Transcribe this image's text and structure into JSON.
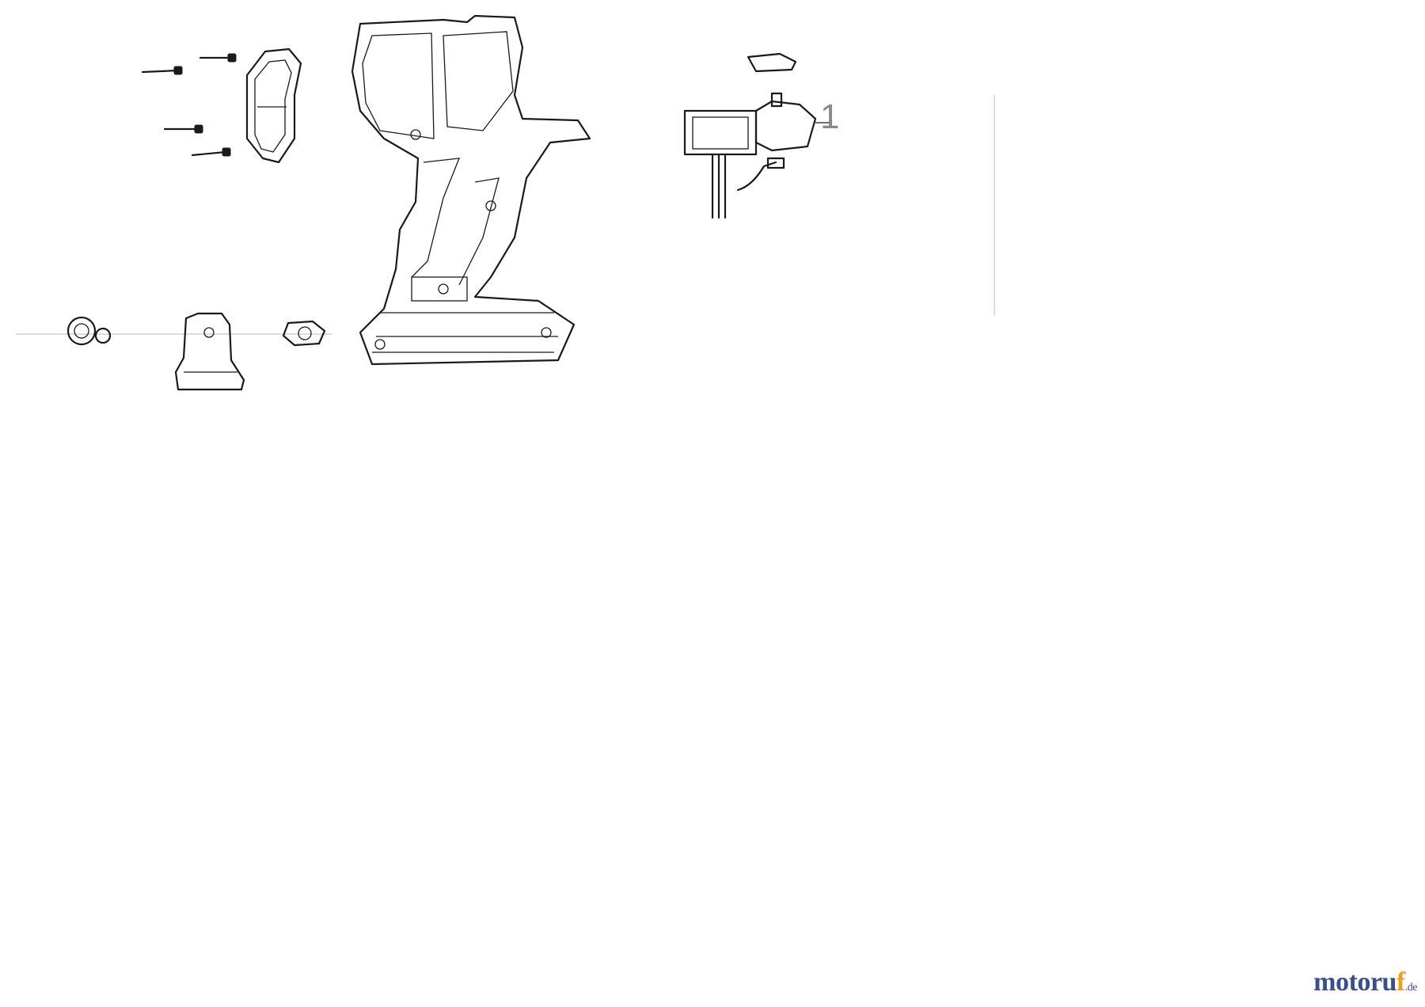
{
  "callout": {
    "number": "1"
  },
  "watermark": {
    "main": "motoru",
    "highlight": "f",
    "tld": ".de"
  }
}
